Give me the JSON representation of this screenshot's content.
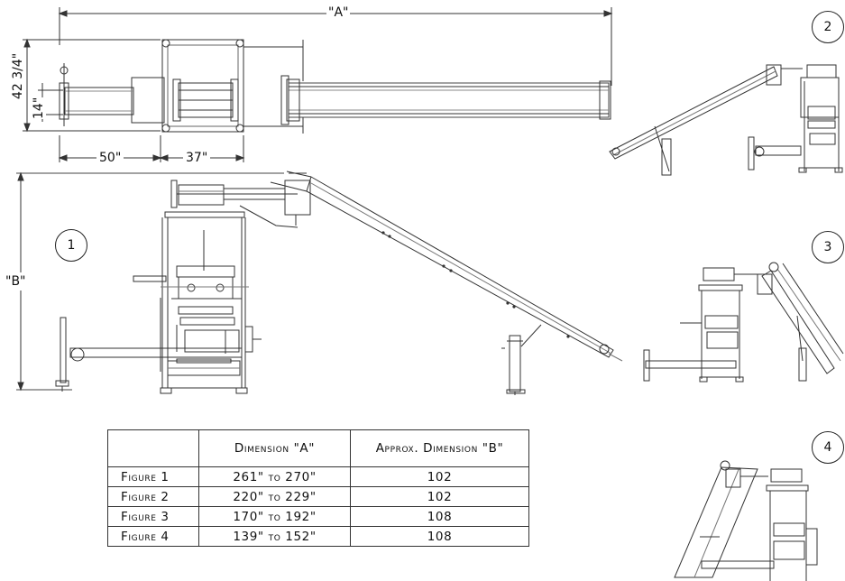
{
  "dimensions": {
    "overall_length": "\"A\"",
    "height": "\"B\"",
    "width_42": "42 3/4\"",
    "width_14": "14\"",
    "length_50": "50\"",
    "length_37": "37\""
  },
  "figures": [
    "1",
    "2",
    "3",
    "4"
  ],
  "table": {
    "headers": [
      "",
      "Dimension \"A\"",
      "Approx. Dimension \"B\""
    ],
    "rows": [
      [
        "Figure 1",
        "261\" to 270\"",
        "102"
      ],
      [
        "Figure 2",
        "220\" to 229\"",
        "102"
      ],
      [
        "Figure 3",
        "170\" to 192\"",
        "108"
      ],
      [
        "Figure 4",
        "139\" to 152\"",
        "108"
      ]
    ]
  }
}
